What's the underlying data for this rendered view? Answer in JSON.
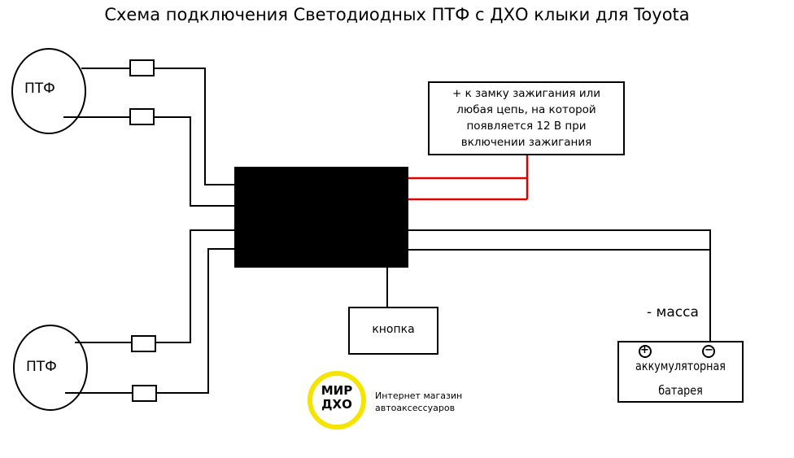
{
  "title": "Схема подключения Светодиодных ПТФ с ДХО клыки для Toyota",
  "fog_lamp_top": "ПТФ",
  "fog_lamp_bottom": "ПТФ",
  "ignition_note": "+ к замку зажигания или любая цепь, на которой появляется 12 В при включении зажигания",
  "button_label": "кнопка",
  "ground_label": "- масса",
  "battery": {
    "line1": "аккумуляторная",
    "line2": "батарея",
    "plus": "+",
    "minus": "−"
  },
  "logo": {
    "line1": "МИР",
    "line2": "ДХО",
    "tagline1": "Интернет магазин",
    "tagline2": "автоаксессуаров",
    "ring_color": "#f5e400"
  },
  "colors": {
    "ignition_wire": "#e00000",
    "wire": "#000000"
  }
}
